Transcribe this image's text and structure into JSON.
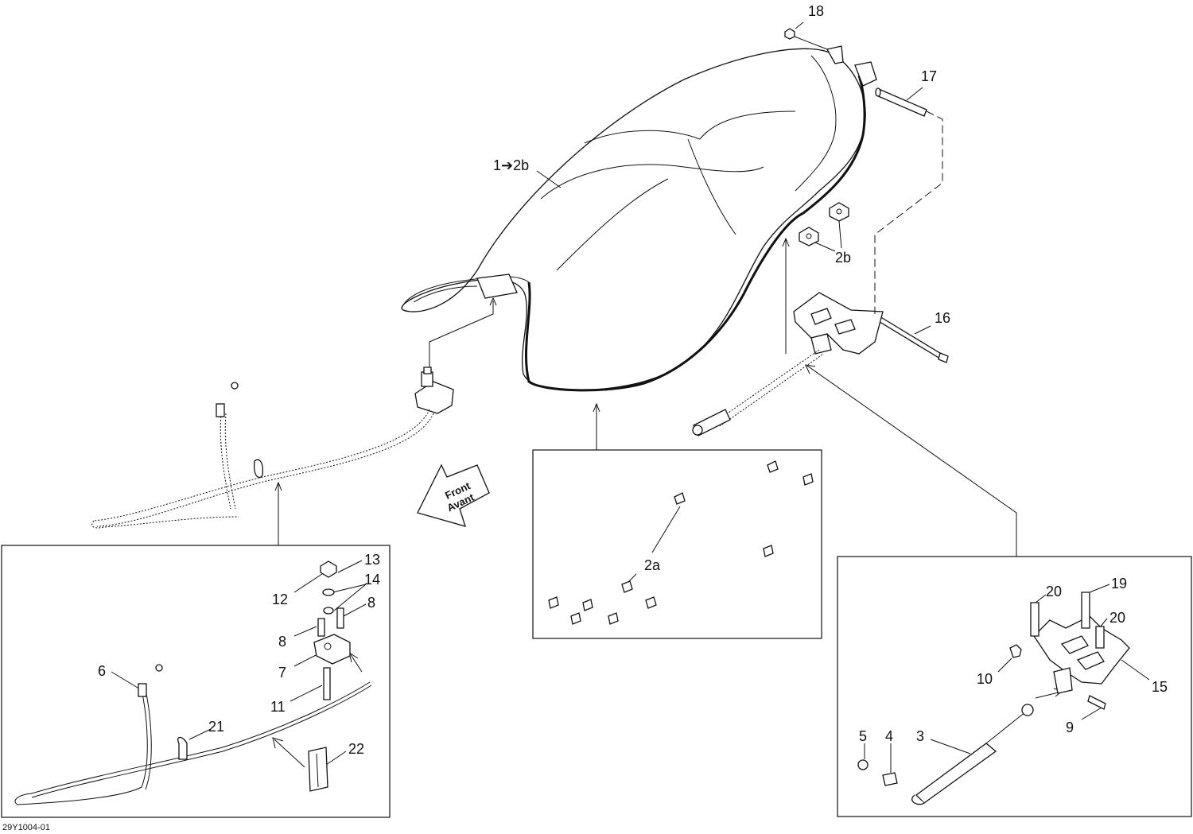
{
  "diagram_code": "29Y1004-01",
  "front_arrow": {
    "line1": "Front",
    "line2": "Avant"
  },
  "callouts": {
    "c1_2b": "1➔2b",
    "c2a": "2a",
    "c2b": "2b",
    "c3": "3",
    "c4": "4",
    "c5": "5",
    "c6": "6",
    "c7": "7",
    "c8a": "8",
    "c8b": "8",
    "c9": "9",
    "c10": "10",
    "c11": "11",
    "c12": "12",
    "c13": "13",
    "c14": "14",
    "c15": "15",
    "c16": "16",
    "c17": "17",
    "c18": "18",
    "c19": "19",
    "c20a": "20",
    "c20b": "20",
    "c21": "21",
    "c22": "22"
  }
}
